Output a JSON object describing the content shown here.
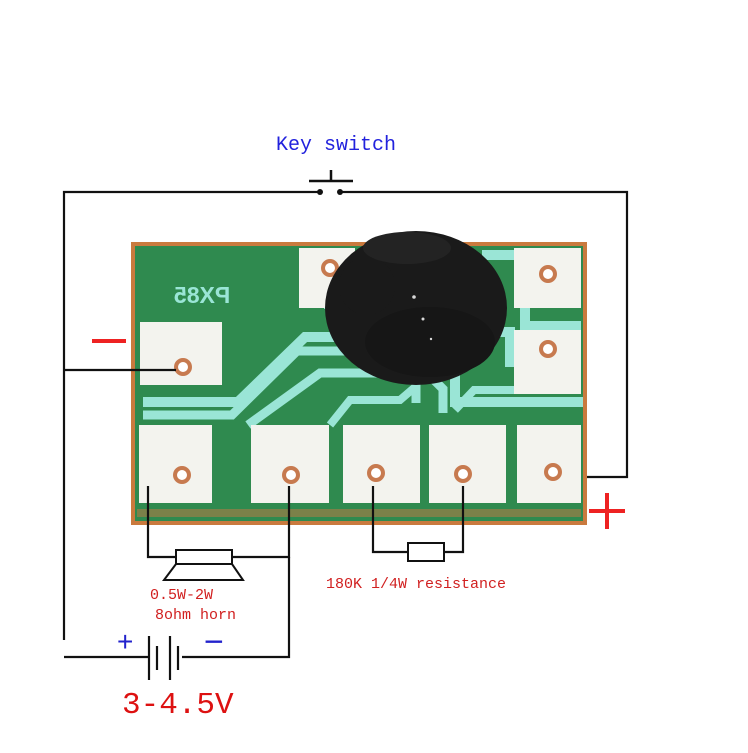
{
  "labels": {
    "key_switch": "Key switch",
    "horn_line_1": "0.5W-2W",
    "horn_line_2": "8ohm horn",
    "resistor": "180K 1/4W resistance",
    "battery_plus": "+",
    "battery_minus": "−",
    "voltage": "3-4.5V",
    "board_marking": "PX85"
  },
  "colors": {
    "wire": "#111111",
    "key_label": "#2222dd",
    "polarity_red": "#ee2222",
    "battery_sign_blue": "#2222cc",
    "voltage_red": "#dd1111",
    "board_green": "#2f8a4f",
    "trace_cyan": "#9ae5d6",
    "pad_white": "#f3f3ee",
    "board_edge": "#c97a3e",
    "blob_black": "#1a1a1a"
  },
  "icons": {
    "switch": "push-button-switch-icon",
    "speaker": "speaker-horn-icon",
    "resistor": "resistor-icon",
    "battery": "battery-icon"
  }
}
